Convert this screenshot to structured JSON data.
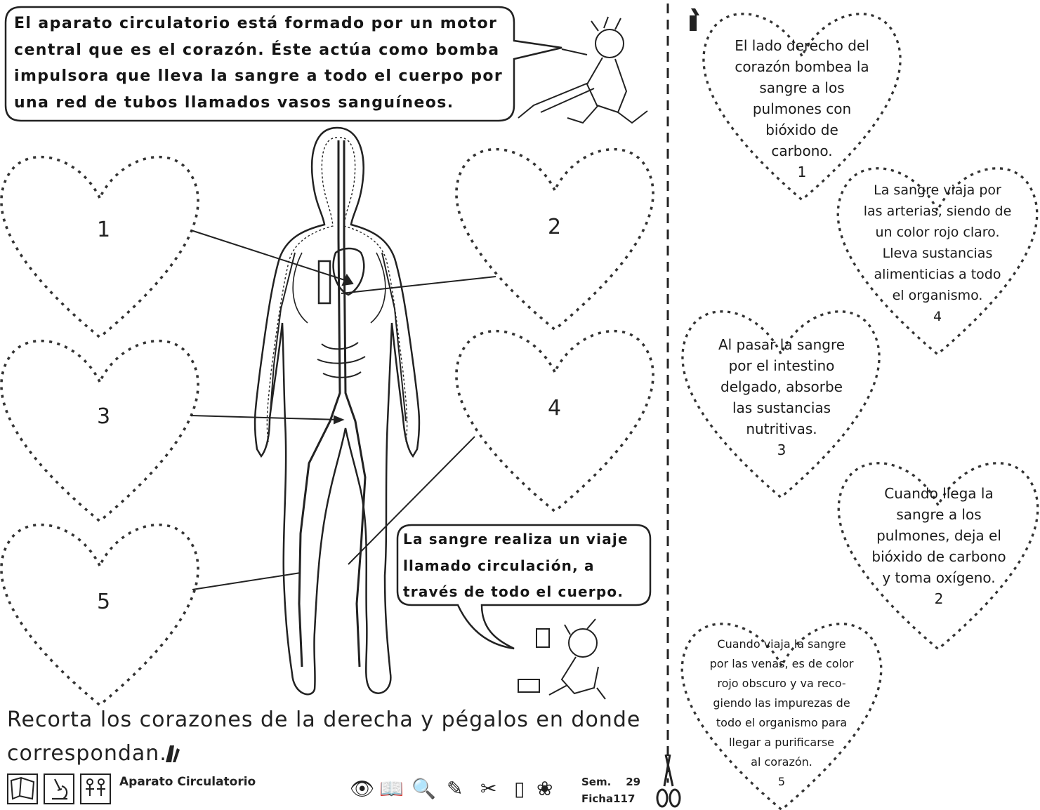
{
  "intro_bubble": {
    "lines": [
      "El aparato circulatorio está formado por un motor",
      "central que es el corazón. Éste actúa como bomba",
      "impulsora que lleva la sangre a todo el cuerpo por",
      "una red de tubos llamados vasos sanguíneos."
    ]
  },
  "travel_bubble": {
    "lines": [
      "La sangre realiza un viaje",
      "llamado circulación, a",
      "través de todo el cuerpo."
    ]
  },
  "blank_hearts": [
    {
      "number": "1"
    },
    {
      "number": "2"
    },
    {
      "number": "3"
    },
    {
      "number": "4"
    },
    {
      "number": "5"
    }
  ],
  "cutout_hearts": [
    {
      "text": "El lado derecho del\ncorazón bombea la\nsangre a los\npulmones con\nbióxido de\ncarbono.",
      "number": "1"
    },
    {
      "text": "La sangre viaja por\nlas arterias, siendo de\nun color rojo claro.\nLleva sustancias\nalimenticias a todo\nel organismo.",
      "number": "4"
    },
    {
      "text": "Al pasar la sangre\npor el intestino\ndelgado, absorbe\nlas sustancias\nnutritivas.",
      "number": "3"
    },
    {
      "text": "Cuando llega la\nsangre a los\npulmones, deja el\nbióxido de carbono\ny toma oxígeno.",
      "number": "2"
    },
    {
      "text": "Cuando viaja la sangre\npor las venas, es de color\nrojo obscuro y va reco-\ngiendo las impurezas de\ntodo el organismo para\nllegar a purificarse\nal corazón.",
      "number": "5"
    }
  ],
  "instruction": {
    "line1": "Recorta los corazones de la derecha y pégalos en donde",
    "line2": "correspondan."
  },
  "footer": {
    "title": "Aparato Circulatorio",
    "sem_label": "Sem.",
    "sem_value": "29",
    "ficha_label": "Ficha117",
    "icons": [
      "map-icon",
      "microscope-icon",
      "figures-icon"
    ],
    "tools": [
      "eye-icon",
      "book-icon",
      "magnifier-icon",
      "pencil-icon",
      "scissors-icon",
      "glue-icon",
      "paint-icon"
    ]
  }
}
